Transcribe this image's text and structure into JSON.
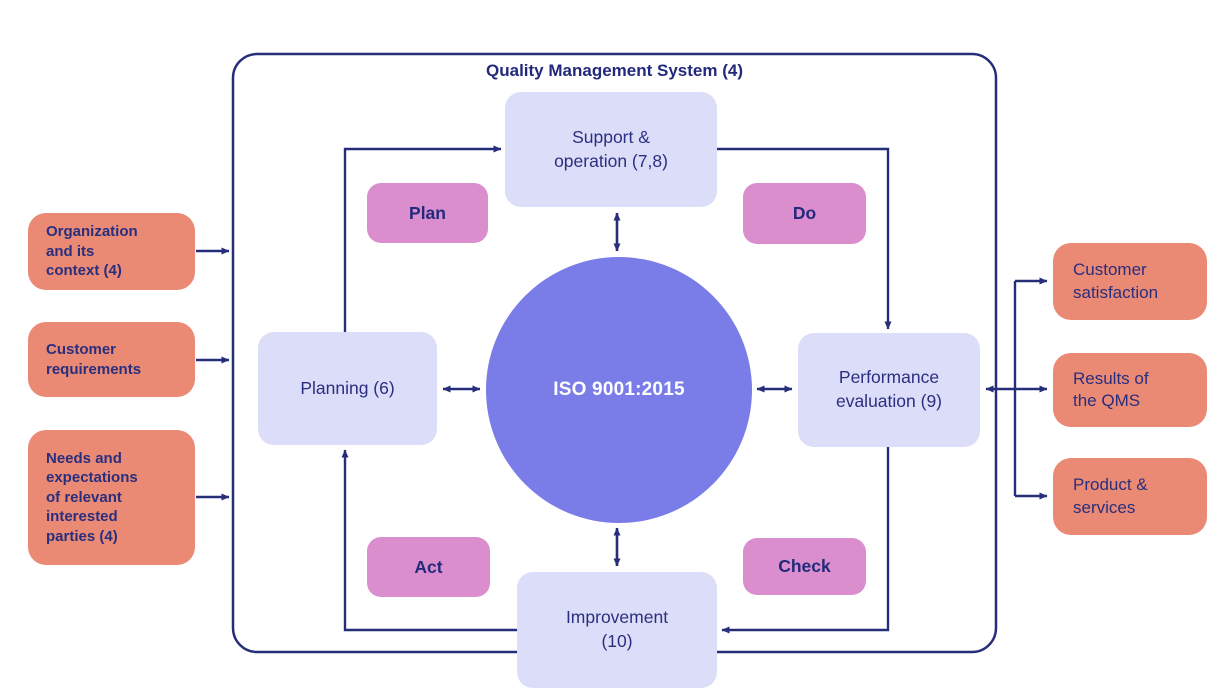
{
  "colors": {
    "navy_line": "#262e7a",
    "navy_text": "#292e7d",
    "salmon_box": "#ea8a74",
    "pink_box": "#db8ecd",
    "lavender_box": "#dcddf8",
    "circle_blue": "#7a7de8",
    "circle_text": "#ffffff"
  },
  "qms": {
    "title": "Quality Management System (4)",
    "center_label": "ISO 9001:2015",
    "stages": {
      "support": "Support &\noperation (7,8)",
      "planning": "Planning (6)",
      "performance": "Performance\nevaluation (9)",
      "improvement": "Improvement\n(10)"
    },
    "pdca": {
      "plan": "Plan",
      "do": "Do",
      "act": "Act",
      "check": "Check"
    }
  },
  "inputs": [
    {
      "label": "Organization\nand its\ncontext (4)"
    },
    {
      "label": "Customer\nrequirements"
    },
    {
      "label": "Needs and\nexpectations\nof relevant\ninterested\nparties (4)"
    }
  ],
  "outputs": [
    {
      "label": "Customer\nsatisfaction"
    },
    {
      "label": "Results of\nthe QMS"
    },
    {
      "label": "Product &\nservices"
    }
  ]
}
